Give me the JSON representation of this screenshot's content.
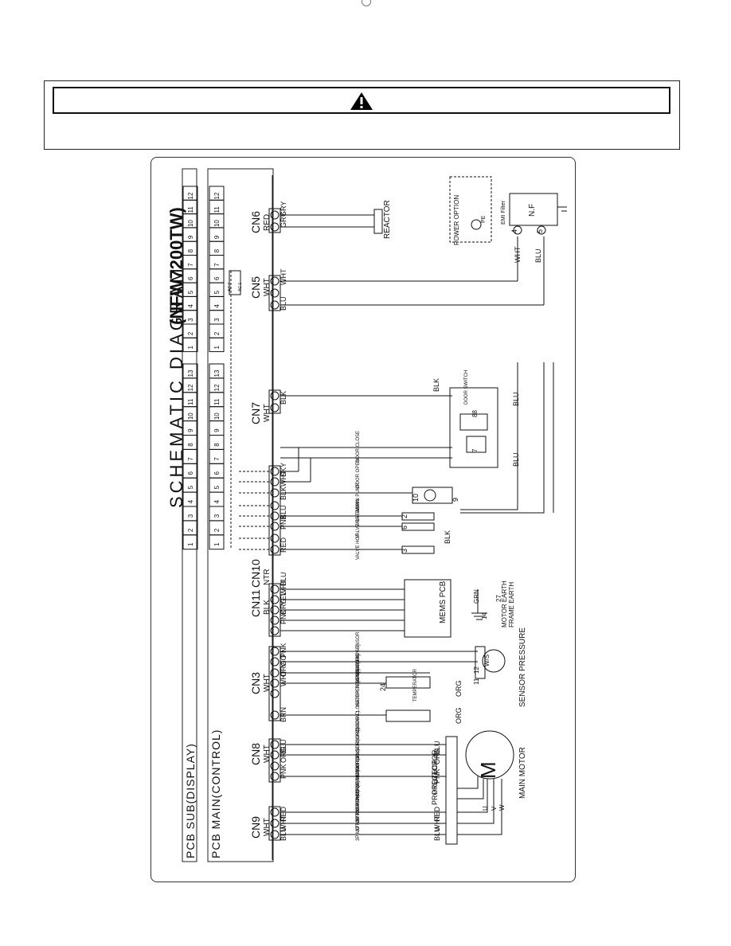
{
  "title": "SCHEMATIC DIAGRAM",
  "model": "(NFW7200TW)",
  "pcb_sub": "PCB SUB(DISPLAY)",
  "pcb_main": "PCB MAIN(CONTROL)",
  "sub_pins_top": [
    "1",
    "2",
    "3",
    "4",
    "5",
    "6",
    "7",
    "8",
    "9",
    "10",
    "11",
    "12"
  ],
  "sub_pins_bottom": [
    "1",
    "2",
    "3",
    "4",
    "5",
    "6",
    "7",
    "8",
    "9",
    "10",
    "11",
    "12",
    "13"
  ],
  "connectors": {
    "cn6": {
      "name": "CN6",
      "color": "RED"
    },
    "cn5": {
      "name": "CN5",
      "color": "WHT"
    },
    "cn7": {
      "name": "CN7",
      "color": "WHT"
    },
    "cn10": {
      "name": "CN10",
      "color": "NTR"
    },
    "cn11": {
      "name": "CN11",
      "color": "BLK"
    },
    "cn3": {
      "name": "CN3",
      "color": "WHT"
    },
    "cn8": {
      "name": "CN8",
      "color": "WHT"
    },
    "cn9": {
      "name": "CN9",
      "color": "WHT"
    }
  },
  "wires": {
    "cn6": [
      "GRY",
      "GRY"
    ],
    "cn5": [
      "WHT",
      "BLU"
    ],
    "cn7": [
      "BLK"
    ],
    "cn10": [
      "SKY",
      "WHT",
      "BLK",
      "BLU",
      "PNK",
      "RED"
    ],
    "cn11": [
      "BLU",
      "WHT",
      "YEL",
      "ORG",
      "PNK"
    ],
    "cn3": [
      "PNK",
      "VIO",
      "ORG",
      "WHT",
      "BRN"
    ],
    "cn8": [
      "BLU",
      "ORG",
      "PNK"
    ],
    "cn9": [
      "RED",
      "WHT",
      "BLU"
    ]
  },
  "components": {
    "reactor": "REACTOR",
    "power_option": "POWER OPTION",
    "pe": "PE",
    "emi_filter": "EMI Filter",
    "nf": "N.F",
    "door_switch": "DOOR SWITCH",
    "door_close": "DOOR CLOSE",
    "door_open": "DOOR OPEN",
    "drain_pump": "DRAIN PUMP",
    "valve_main": "VALVE MAIN",
    "valve_breach": "VALVE BREACH",
    "valve_hot": "VALVE HOT",
    "mems_pcb": "MEMS PCB",
    "sensor_pressure": "SENSOR PRESSURE",
    "ws": "W/S",
    "sig_b": "[SIGN B]",
    "sig_a": "[SIGN A]",
    "gnd": "[GND]",
    "water_temp": "WATER TEMPERATURE SENSOR",
    "temperator": "TEMPERATOR",
    "door_sensor": "DOOR CLOSE/OPEN SENSOR",
    "motor_sig": "MOTOR SENSOR(SIGNAL)",
    "motor_gnd": "MOTOR SENSOR(GND)",
    "motor_vcc": "MOTOR SENSOR(Vcc)",
    "protector": "PROTECTOR",
    "m_w": "3P MOTOR POWER(W)",
    "m_v": "3P MOTOR POWER(V)",
    "m_u": "3P MOTOR POWER(U)",
    "main_motor": "MAIN MOTOR",
    "motor_letter": "M",
    "grn": "GRN",
    "motor_earth": "MOTOR EARTH",
    "frame_earth": "FRAME EARTH"
  },
  "side_labels": {
    "wht_in": "WHT",
    "blu_in": "BLU",
    "blk_ds": "BLK",
    "blu_ds1": "BLU",
    "blu_ds2": "BLU",
    "blk_v": "BLK",
    "org_t": "ORG",
    "org_d": "ORG",
    "blu_m": "BLU",
    "org_m": "ORG",
    "pnk_m": "PNK",
    "red_m": "RED",
    "wht_m": "WHT",
    "blu_m2": "BLU",
    "n4": "4",
    "n5": "5",
    "n88": "88",
    "n7": "7",
    "n10": "10",
    "n9": "9",
    "n2": "2",
    "n6": "6",
    "n3": "3",
    "n24": "24",
    "n11": "11",
    "n12": "12",
    "n14": "14",
    "n27": "27",
    "ac1": "AC 1",
    "ac2": "AC 2",
    "u": "U",
    "v": "V",
    "w": "W"
  }
}
